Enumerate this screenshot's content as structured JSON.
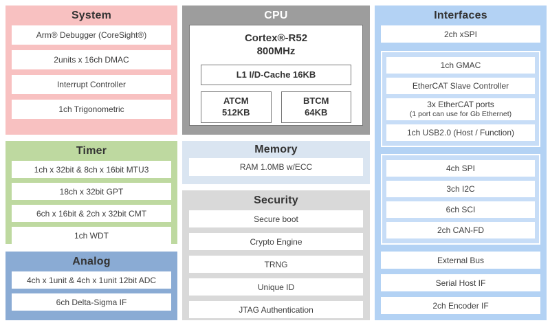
{
  "colors": {
    "system_bg": "#f8c1c1",
    "timer_bg": "#bed9a0",
    "analog_bg": "#8aabd4",
    "cpu_bg": "#9d9d9d",
    "memory_bg": "#dae5f1",
    "security_bg": "#d9d9d9",
    "interfaces_bg": "#b3d2f4",
    "group_bg": "#c7ddf7",
    "row_bg": "#ffffff",
    "text": "#3d3d3d"
  },
  "system": {
    "title": "System",
    "rows": [
      "Arm® Debugger (CoreSight®)",
      "2units x 16ch DMAC",
      "Interrupt Controller",
      "1ch Trigonometric"
    ]
  },
  "timer": {
    "title": "Timer",
    "rows": [
      "1ch x 32bit & 8ch x 16bit MTU3",
      "18ch x 32bit GPT",
      "6ch x 16bit & 2ch x 32bit CMT",
      "1ch WDT"
    ]
  },
  "analog": {
    "title": "Analog",
    "rows": [
      "4ch x 1unit & 4ch x 1unit 12bit ADC",
      "6ch Delta-Sigma IF"
    ]
  },
  "cpu": {
    "title": "CPU",
    "core_name": "Cortex®-R52",
    "core_freq": "800MHz",
    "cache": "L1 I/D-Cache 16KB",
    "tcm": [
      {
        "name": "ATCM",
        "size": "512KB"
      },
      {
        "name": "BTCM",
        "size": "64KB"
      }
    ]
  },
  "memory": {
    "title": "Memory",
    "rows": [
      "RAM 1.0MB w/ECC"
    ]
  },
  "security": {
    "title": "Security",
    "rows": [
      "Secure boot",
      "Crypto Engine",
      "TRNG",
      "Unique ID",
      "JTAG Authentication"
    ]
  },
  "interfaces": {
    "title": "Interfaces",
    "top_rows": [
      "2ch xSPI"
    ],
    "groups": [
      {
        "rows": [
          {
            "text": "1ch GMAC"
          },
          {
            "text": "EtherCAT Slave Controller"
          },
          {
            "text": "3x EtherCAT ports",
            "subtext": "(1 port can use for Gb Ethernet)"
          },
          {
            "text": "1ch USB2.0 (Host / Function)"
          }
        ]
      },
      {
        "rows": [
          {
            "text": "4ch SPI"
          },
          {
            "text": "3ch I2C"
          },
          {
            "text": "6ch SCI"
          },
          {
            "text": "2ch CAN-FD"
          }
        ]
      }
    ],
    "bottom_rows": [
      "External Bus",
      "Serial Host IF",
      "2ch Encoder IF"
    ]
  }
}
